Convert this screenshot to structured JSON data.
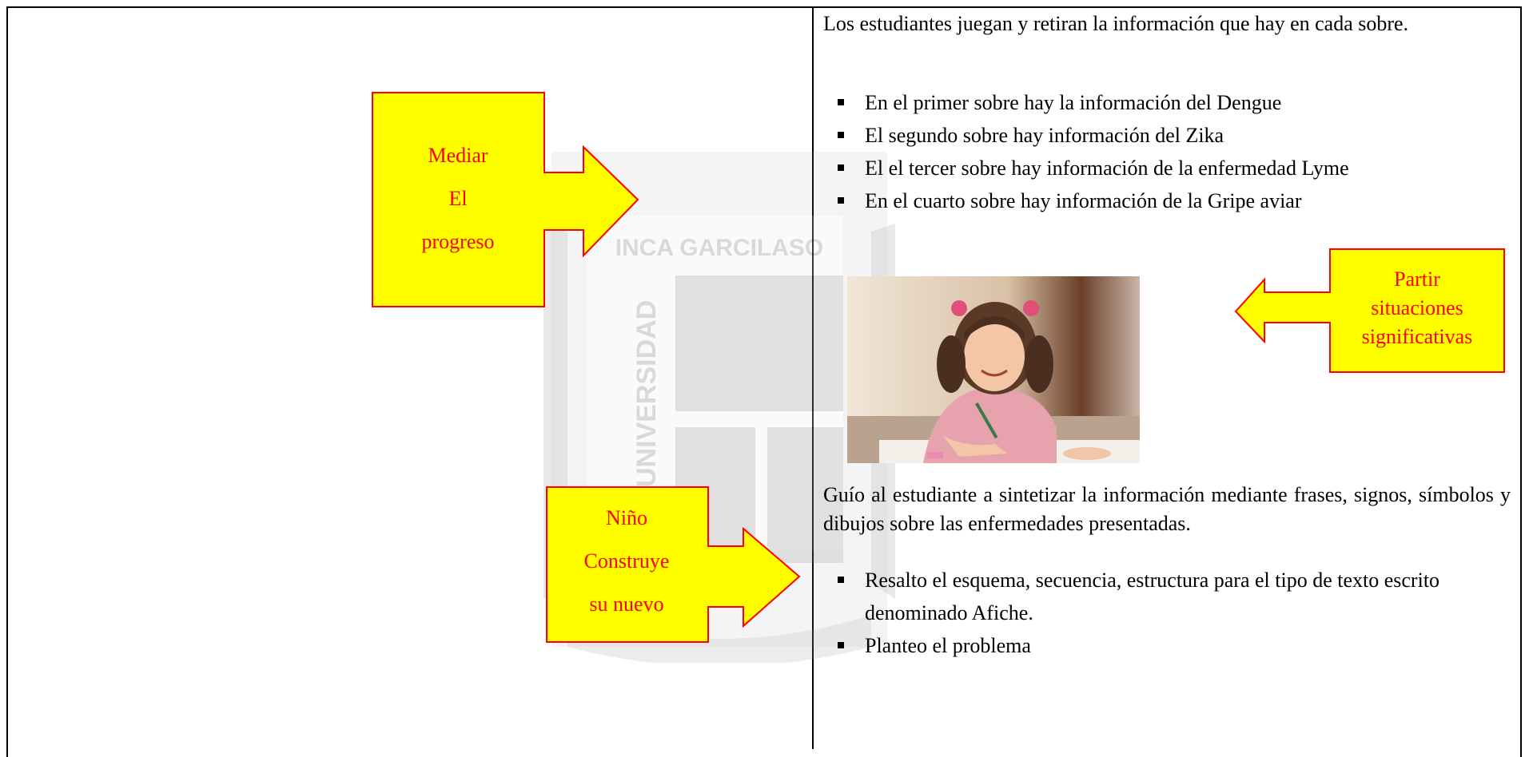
{
  "watermark": {
    "institution": "INCA GARCILASO",
    "university": "UNIVERSIDAD"
  },
  "callouts": {
    "mediar": {
      "lines": [
        "Mediar",
        "El",
        "progreso"
      ]
    },
    "nino": {
      "lines": [
        "Niño",
        "Construye",
        "su nuevo"
      ]
    },
    "partir": {
      "lines": [
        "Partir",
        "situaciones",
        "significativas"
      ]
    }
  },
  "content": {
    "intro": "Los estudiantes  juegan y retiran la información que hay en cada sobre.",
    "envelopes": [
      "En el primer sobre hay la información del Dengue",
      "El segundo sobre hay información del Zika",
      "El el tercer sobre hay información de la enfermedad Lyme",
      "En el cuarto sobre hay información de la Gripe aviar"
    ],
    "guide": "Guío  al estudiante a sintetizar la información mediante frases, signos, símbolos y dibujos sobre las enfermedades presentadas.",
    "steps": [
      "Resalto el esquema, secuencia, estructura  para el tipo de texto escrito denominado Afiche.",
      "Planteo  el problema"
    ]
  },
  "colors": {
    "callout_fill": "#ffff00",
    "callout_stroke": "#ff0000",
    "callout_text": "#ff0000"
  }
}
